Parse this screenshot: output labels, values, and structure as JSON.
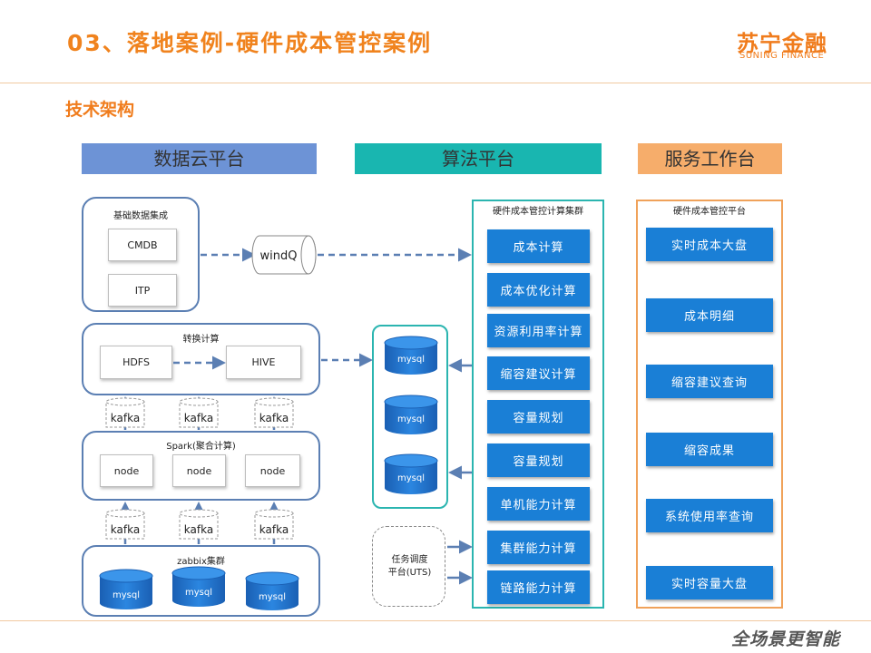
{
  "header": {
    "title": "03、落地案例-硬件成本管控案例",
    "logo_cn": "苏宁金融",
    "logo_en": "SUNING FINANCE",
    "section_title": "技术架构"
  },
  "columns": {
    "data_cloud": "数据云平台",
    "algorithm": "算法平台",
    "service": "服务工作台"
  },
  "data_cloud": {
    "base_integration": {
      "title": "基础数据集成",
      "items": [
        "CMDB",
        "ITP"
      ]
    },
    "windq": "windQ",
    "conversion": {
      "title": "转换计算",
      "items": [
        "HDFS",
        "HIVE"
      ]
    },
    "kafka_upper": [
      "kafka",
      "kafka",
      "kafka"
    ],
    "spark": {
      "title": "Spark(聚合计算)",
      "nodes": [
        "node",
        "node",
        "node"
      ]
    },
    "kafka_lower": [
      "kafka",
      "kafka",
      "kafka"
    ],
    "zabbix": {
      "title": "zabbix集群",
      "dbs": [
        "mysql",
        "mysql",
        "mysql"
      ]
    }
  },
  "algorithm": {
    "mysql_cluster": [
      "mysql",
      "mysql",
      "mysql"
    ],
    "scheduler": "任务调度平台(UTS)",
    "compute_cluster": {
      "title": "硬件成本管控计算集群",
      "items": [
        "成本计算",
        "成本优化计算",
        "资源利用率计算",
        "缩容建议计算",
        "容量规划",
        "容量规划",
        "单机能力计算",
        "集群能力计算",
        "链路能力计算"
      ]
    }
  },
  "service": {
    "platform": {
      "title": "硬件成本管控平台",
      "items": [
        "实时成本大盘",
        "成本明细",
        "缩容建议查询",
        "缩容成果",
        "系统使用率查询",
        "实时容量大盘"
      ]
    }
  },
  "footer": {
    "slogan": "全场景更智能"
  },
  "colors": {
    "accent_orange": "#f0831e",
    "data_cloud_header": "#6d93d6",
    "algorithm_header": "#19b6b0",
    "service_header": "#f6ad6b",
    "blue_box": "#1a7fd6",
    "panel_border": "#5b7fb3",
    "teal_border": "#2bb5b0",
    "orange_border": "#f0a25a",
    "arrow": "#5b7fb3"
  }
}
